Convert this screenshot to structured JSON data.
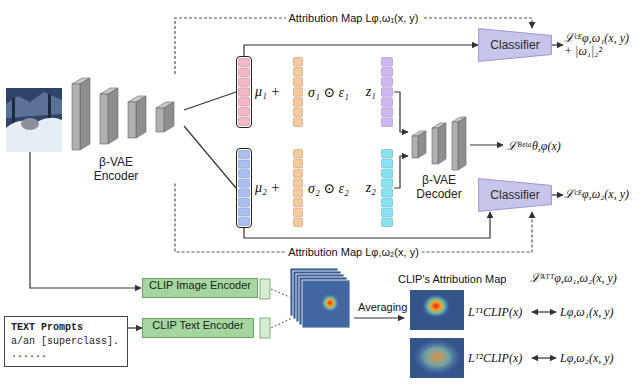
{
  "diagram": {
    "nodes": [
      {
        "text": [
          "β-VAE Encoder"
        ]
      },
      {
        "text": [
          "μ₁ +"
        ]
      },
      {
        "text": [
          "σ₁ ⊙ ε₁"
        ]
      },
      {
        "text": [
          "z₁"
        ]
      },
      {
        "text": [
          "β-VAE Decoder"
        ]
      },
      {
        "text": [
          "μ₂ +"
        ]
      },
      {
        "text": [
          "σ₂ ⊙ ε₂"
        ]
      },
      {
        "text": [
          "z₂"
        ]
      },
      {
        "text": [
          "Classifier"
        ]
      },
      {
        "text": [
          "Classifier"
        ]
      },
      {
        "text": [
          "TEXT Prompts",
          "a/an [superclass].",
          "......"
        ]
      },
      {
        "text": [
          "CLIP Image Encoder"
        ]
      },
      {
        "text": [
          "CLIP Text Encoder"
        ]
      }
    ],
    "edges": [
      {
        "from": 0,
        "to": 1,
        "arrow": "none"
      },
      {
        "from": 0,
        "to": 5,
        "arrow": "none"
      },
      {
        "from": 3,
        "to": 4,
        "arrow": "to"
      },
      {
        "from": 7,
        "to": 4,
        "arrow": "to"
      },
      {
        "from": 1,
        "to": 8,
        "arrow": "to"
      },
      {
        "from": 5,
        "to": 9,
        "arrow": "to"
      },
      {
        "from": 0,
        "to": 8,
        "arrow": "to",
        "label": "Attribution Map Lφ,ω₁(x, y)"
      },
      {
        "from": 0,
        "to": 9,
        "arrow": "to",
        "label": "Attribution Map Lφ,ω₂(x, y)"
      },
      {
        "from": 10,
        "to": 12,
        "arrow": "to"
      }
    ],
    "labels": [
      "ℒᶜᴱφ,ω₁(x, y) + |ω₁|₂²",
      "ℒᴮᵉᵗᵃθ,φ(x)",
      "ℒᶜᴱφ,ω₂(x, y)",
      "CLIP's Attribution Map",
      "Averaging",
      "ℒᴬᵀᵀφ,ω₁,ω₂(x, y)",
      "Lᵀ¹CLIP(x)",
      "Lφ,ω₁(x, y)",
      "Lᵀ²CLIP(x)",
      "Lφ,ω₂(x, y)"
    ]
  }
}
